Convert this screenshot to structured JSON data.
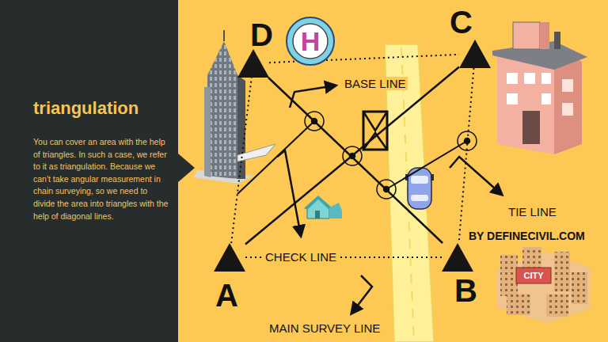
{
  "diagram": {
    "title": "triangulation",
    "nodes": [
      {
        "text": [
          "D"
        ]
      },
      {
        "text": [
          "H"
        ]
      },
      {
        "text": [
          "C"
        ]
      },
      {
        "text": [
          "A"
        ]
      },
      {
        "text": [
          "B"
        ]
      }
    ],
    "edges": [
      {
        "from": 0,
        "to": 2,
        "arrow": "none"
      },
      {
        "from": 2,
        "to": 4,
        "arrow": "none"
      },
      {
        "from": 4,
        "to": 3,
        "arrow": "none"
      },
      {
        "from": 3,
        "to": 0,
        "arrow": "none"
      },
      {
        "from": 3,
        "to": 2,
        "arrow": "none"
      },
      {
        "from": 0,
        "to": 4,
        "arrow": "none"
      }
    ],
    "labels": [
      "You can cover an area with the help of triangles. In such a case, we refer to it as triangulation. Because we can't take angular measurement in chain surveying, so we need to divide the area into triangles with the help of diagonal lines.",
      "BASE LINE",
      "CHECK LINE",
      "TIE LINE",
      "MAIN SURVEY LINE",
      "BY DEFINECIVIL.COM",
      "CITY"
    ]
  }
}
